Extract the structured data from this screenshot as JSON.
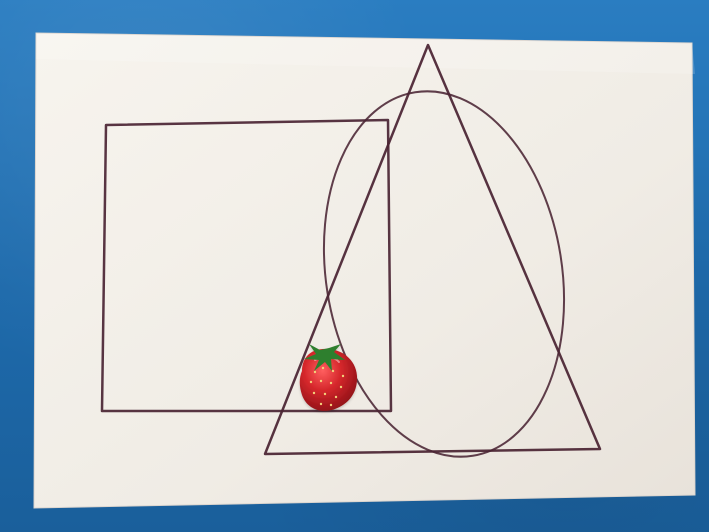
{
  "scene": {
    "type": "photo",
    "subjects": [
      "square",
      "triangle",
      "ellipse",
      "strawberry"
    ],
    "colors": {
      "background_blue": "#1f6fb0",
      "paper": "#f1ede6",
      "ink": "#4a2433",
      "strawberry_red": "#c81f24",
      "leaf_green": "#2f7f2e"
    }
  }
}
